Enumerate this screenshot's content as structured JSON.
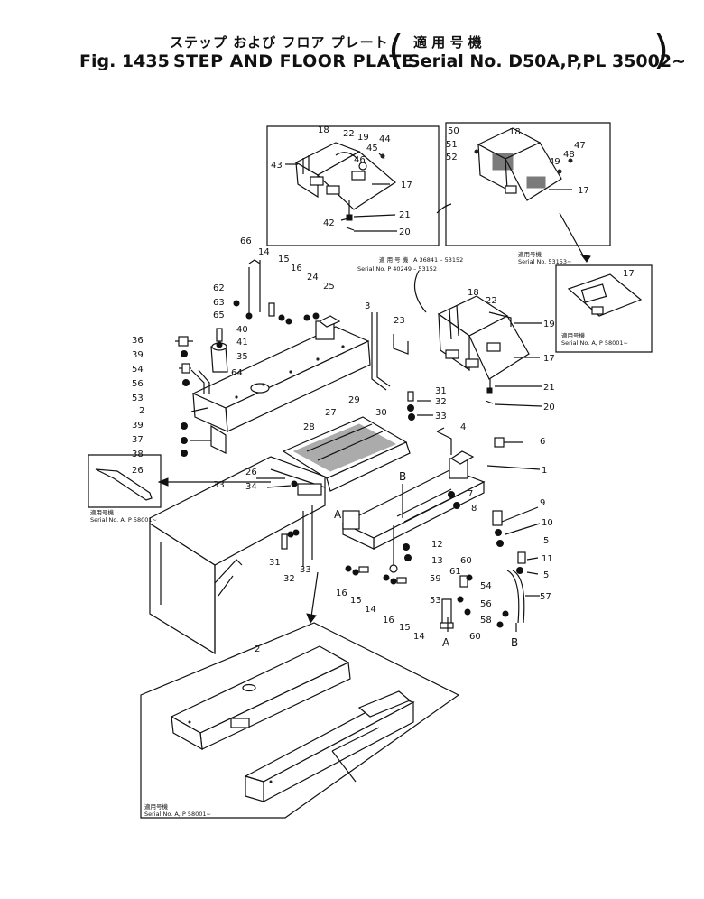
{
  "header": {
    "japanese_title": "ステップ および フロア プレート",
    "japanese_serial": "適 用 号 機",
    "fig_number": "Fig. 1435",
    "title": "STEP AND FLOOR PLATE",
    "serial": "Serial No. D50A,P,PL 35002~",
    "paren_left": "(",
    "paren_right": ")"
  },
  "serial_notes": {
    "note_a_jp": "適 用 号 機",
    "note_a_line1": "A 36841 – 53152",
    "note_a_line2": "Serial No.  P 40249 – 53152",
    "note_b_jp": "適用号機",
    "note_b": "Serial No. 53153~",
    "note_c_jp": "適用号機",
    "note_c": "Serial No. A, P 58001~",
    "note_d_jp": "適用号機",
    "note_d": "Serial No. A, P 58001~",
    "note_e_jp": "適用号機",
    "note_e": "Serial No. A, P 58001~"
  },
  "callouts": {
    "c1": "1",
    "c2": "2",
    "c2b": "2",
    "c3": "3",
    "c4": "4",
    "c5": "5",
    "c5b": "5",
    "c6": "6",
    "c7": "7",
    "c8": "8",
    "c9": "9",
    "c10": "10",
    "c11": "11",
    "c12": "12",
    "c13": "13",
    "c14": "14",
    "c14b": "14",
    "c14c": "14",
    "c15": "15",
    "c15b": "15",
    "c15c": "15",
    "c16": "16",
    "c16b": "16",
    "c16c": "16",
    "c17": "17",
    "c17b": "17",
    "c17c": "17",
    "c17d": "17",
    "c18": "18",
    "c18b": "18",
    "c18c": "18",
    "c19": "19",
    "c19b": "19",
    "c20": "20",
    "c20b": "20",
    "c21": "21",
    "c21b": "21",
    "c22": "22",
    "c22b": "22",
    "c23": "23",
    "c24": "24",
    "c25": "25",
    "c26": "26",
    "c26b": "26",
    "c27": "27",
    "c28": "28",
    "c29": "29",
    "c30": "30",
    "c31": "31",
    "c31b": "31",
    "c32": "32",
    "c32b": "32",
    "c33": "33",
    "c33b": "33",
    "c33c": "33",
    "c34": "34",
    "c35": "35",
    "c36": "36",
    "c37": "37",
    "c38": "38",
    "c39": "39",
    "c39b": "39",
    "c40": "40",
    "c41": "41",
    "c42": "42",
    "c43": "43",
    "c44": "44",
    "c45": "45",
    "c46": "46",
    "c47": "47",
    "c48": "48",
    "c49": "49",
    "c50": "50",
    "c51": "51",
    "c52": "52",
    "c53": "53",
    "c53b": "53",
    "c54": "54",
    "c54b": "54",
    "c56": "56",
    "c56b": "56",
    "c57": "57",
    "c58": "58",
    "c59": "59",
    "c60": "60",
    "c60b": "60",
    "c61": "61",
    "c62": "62",
    "c63": "63",
    "c64": "64",
    "c65": "65",
    "c66": "66",
    "refA": "A",
    "refA2": "A",
    "refB": "B",
    "refB2": "B"
  }
}
